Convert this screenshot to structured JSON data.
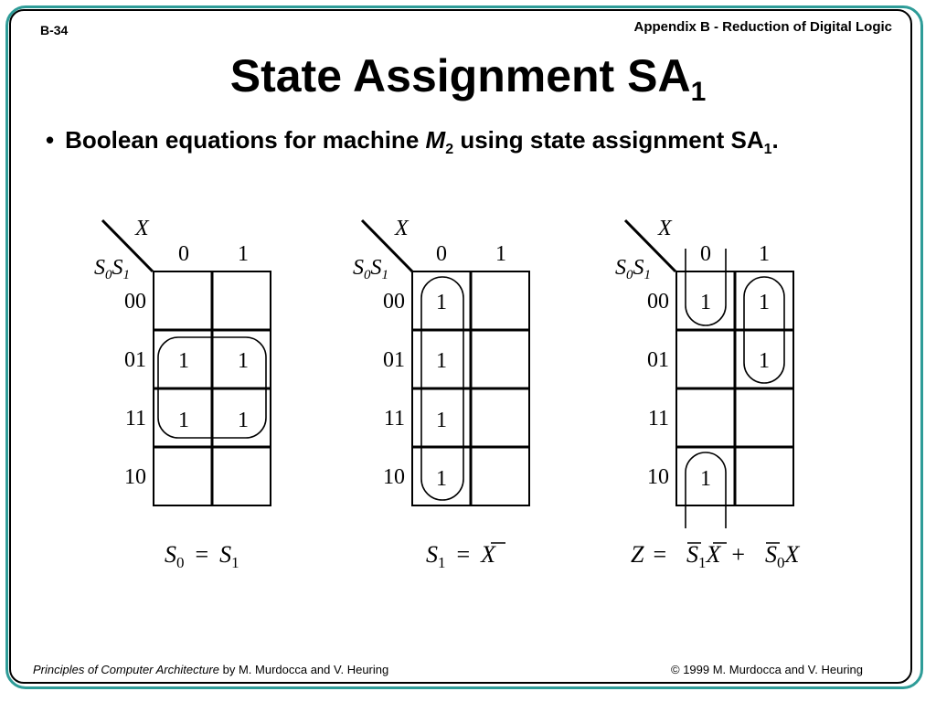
{
  "header": {
    "page_number": "B-34",
    "appendix_title": "Appendix B - Reduction of Digital Logic"
  },
  "title": {
    "main": "State Assignment SA",
    "sub": "1"
  },
  "bullet": {
    "pre": "Boolean equations for machine ",
    "machine": "M",
    "machine_sub": "2",
    "mid": " using state assignment SA",
    "sa_sub": "1",
    "post": "."
  },
  "kmap_labels": {
    "input_var": "X",
    "state_var_a": "S",
    "state_var_a_sub": "0",
    "state_var_b": "S",
    "state_var_b_sub": "1",
    "col_headers": [
      "0",
      "1"
    ],
    "row_headers": [
      "00",
      "01",
      "11",
      "10"
    ]
  },
  "kmaps": [
    {
      "cells": [
        [
          "",
          ""
        ],
        [
          "1",
          "1"
        ],
        [
          "1",
          "1"
        ],
        [
          "",
          ""
        ]
      ],
      "equation": {
        "lhs": "S",
        "lhs_sub": "0",
        "eq": "=",
        "rhs": "S",
        "rhs_sub": "1"
      }
    },
    {
      "cells": [
        [
          "1",
          ""
        ],
        [
          "1",
          ""
        ],
        [
          "1",
          ""
        ],
        [
          "1",
          ""
        ]
      ],
      "equation": {
        "lhs": "S",
        "lhs_sub": "1",
        "eq": "=",
        "rhs": "X"
      }
    },
    {
      "cells": [
        [
          "1",
          "1"
        ],
        [
          "",
          "1"
        ],
        [
          "",
          ""
        ],
        [
          "1",
          ""
        ]
      ],
      "equation": {
        "lhs": "Z",
        "eq": "=",
        "t1_a": "S",
        "t1_a_sub": "1",
        "t1_b": "X",
        "plus": "+",
        "t2_a": "S",
        "t2_a_sub": "0",
        "t2_b": "X"
      }
    }
  ],
  "footer": {
    "book_title": "Principles of Computer Architecture",
    "authors": " by M. Murdocca and V. Heuring",
    "copyright": "© 1999 M. Murdocca and V. Heuring"
  },
  "colors": {
    "frame_teal": "#2e9c98",
    "ink": "#000000"
  }
}
